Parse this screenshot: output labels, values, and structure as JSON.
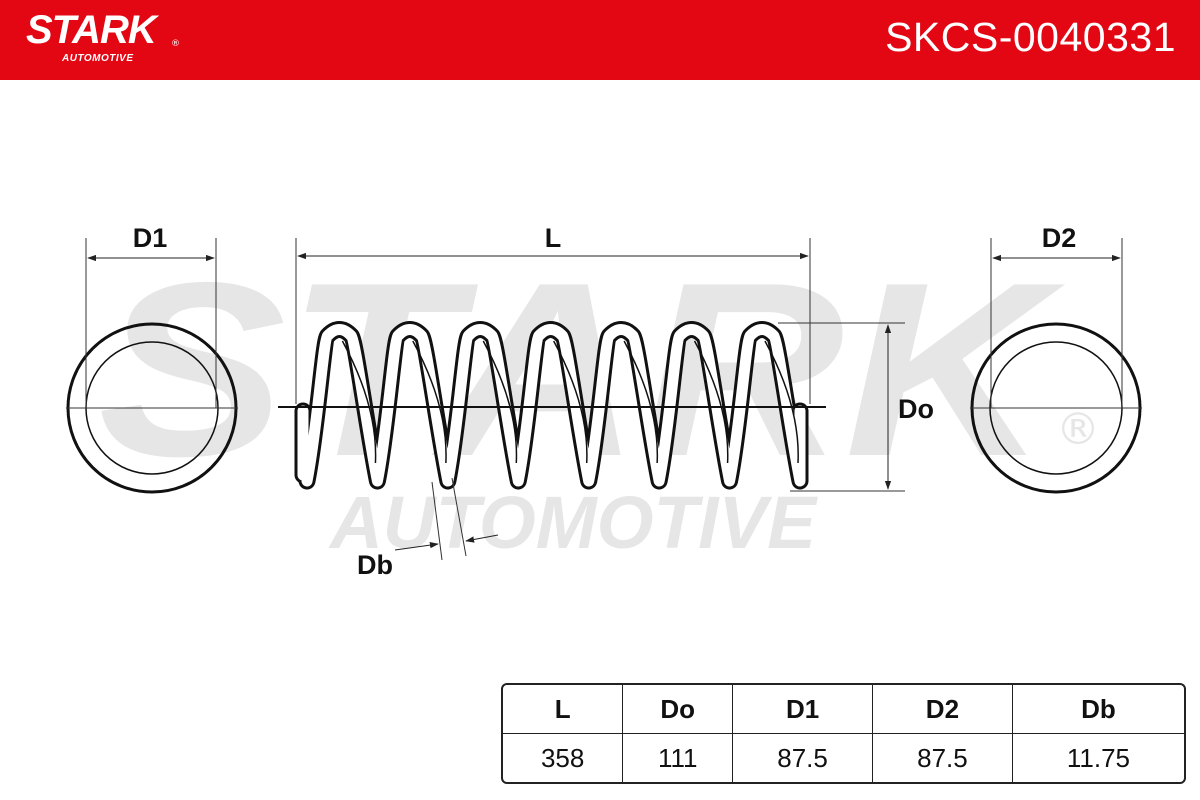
{
  "header": {
    "logo": {
      "name": "STARK",
      "registered": "®",
      "sub": "AUTOMOTIVE"
    },
    "part_number": "SKCS-0040331",
    "background_color": "#e30613"
  },
  "watermark": {
    "text_main": "STARK",
    "text_sub": "AUTOMOTIVE",
    "registered": "®",
    "color": "#e6e6e6"
  },
  "diagram": {
    "labels": {
      "d1": "D1",
      "l": "L",
      "d2": "D2",
      "do": "Do",
      "db": "Db"
    }
  },
  "spec_table": {
    "headers": [
      "L",
      "Do",
      "D1",
      "D2",
      "Db"
    ],
    "values": [
      "358",
      "111",
      "87.5",
      "87.5",
      "11.75"
    ]
  }
}
